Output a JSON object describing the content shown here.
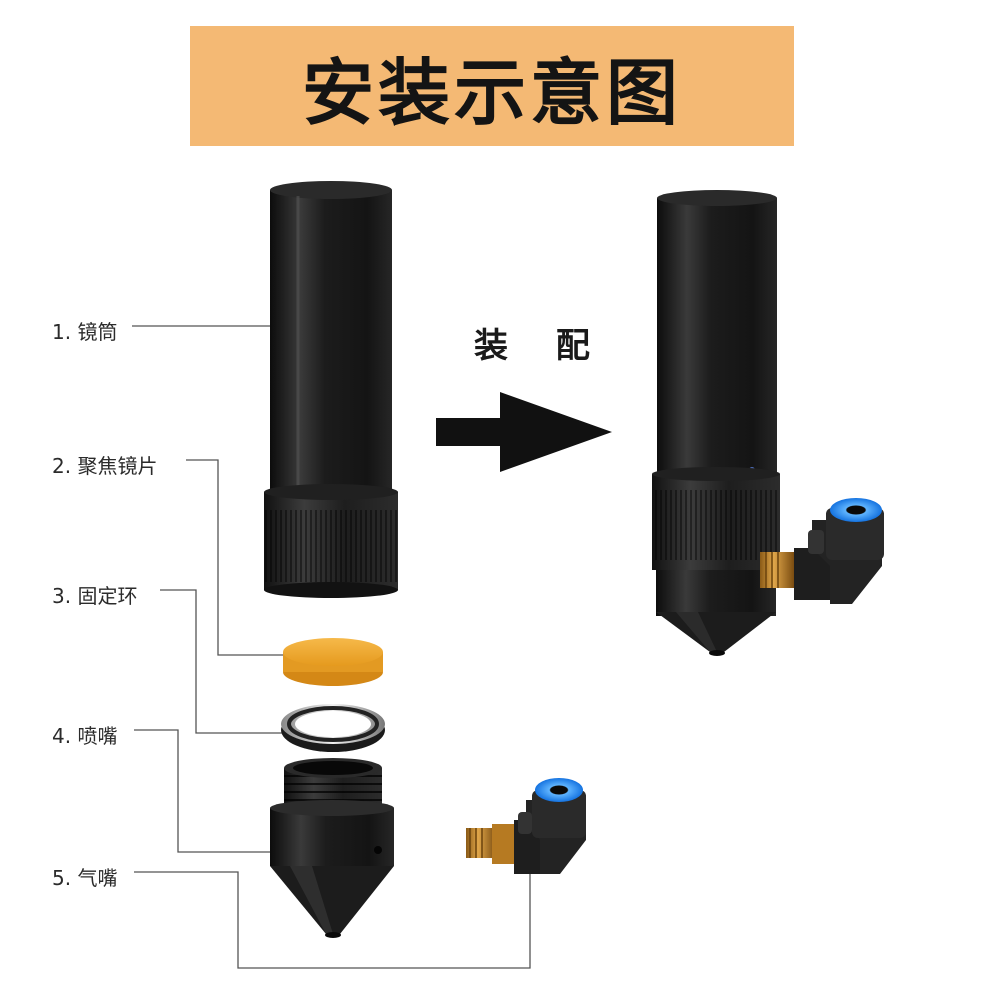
{
  "title": "安装示意图",
  "assemble_label": "装 配",
  "parts": [
    {
      "label": "1. 镜筒"
    },
    {
      "label": "2. 聚焦镜片"
    },
    {
      "label": "3. 固定环"
    },
    {
      "label": "4. 喷嘴"
    },
    {
      "label": "5. 气嘴"
    }
  ],
  "colors": {
    "banner": "#f4b974",
    "lens": "#f2a72c",
    "fitting_blue": "#1e90ff",
    "brass": "#c88a2c",
    "body_black": "#1a1a1a"
  }
}
